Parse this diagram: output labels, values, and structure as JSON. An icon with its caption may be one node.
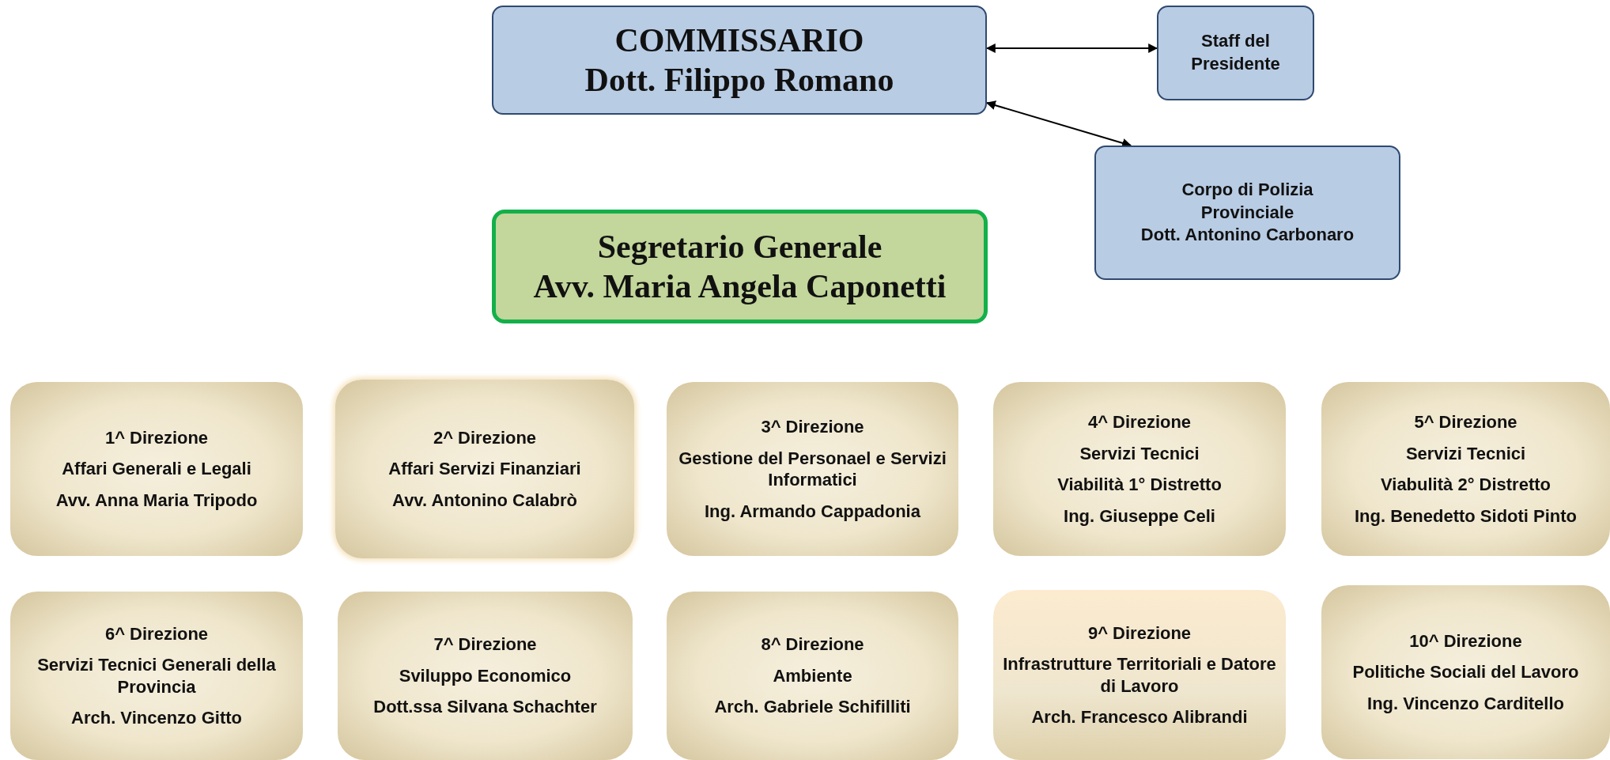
{
  "diagram": {
    "nodes": [
      {
        "text": [
          "COMMISSARIO",
          "Dott. Filippo Romano"
        ]
      },
      {
        "text": [
          "Staff del Presidente"
        ]
      },
      {
        "text": [
          "Corpo di Polizia Provinciale",
          "Dott. Antonino Carbonaro"
        ]
      },
      {
        "text": [
          "Segretario Generale",
          "Avv. Maria Angela Caponetti"
        ]
      },
      {
        "text": [
          "1^ Direzione",
          "Affari Generali e Legali",
          "Avv. Anna Maria Tripodo"
        ]
      },
      {
        "text": [
          "2^ Direzione",
          "Affari Servizi Finanziari",
          "Avv. Antonino Calabrò"
        ]
      },
      {
        "text": [
          "3^  Direzione",
          "Gestione del Personael e Servizi Informatici",
          "Ing. Armando Cappadonia"
        ]
      },
      {
        "text": [
          "4^ Direzione",
          "Servizi Tecnici",
          "Viabilità 1° Distretto",
          "Ing. Giuseppe Celi"
        ]
      },
      {
        "text": [
          "5^  Direzione",
          "Servizi Tecnici",
          "Viabulità 2° Distretto",
          "Ing. Benedetto Sidoti Pinto"
        ]
      },
      {
        "text": [
          "6^  Direzione",
          "Servizi Tecnici Generali della Provincia",
          "Arch. Vincenzo Gitto"
        ]
      },
      {
        "text": [
          "7^  Direzione",
          "Sviluppo Economico",
          "Dott.ssa Silvana Schachter"
        ]
      },
      {
        "text": [
          "8^ Direzione",
          "Ambiente",
          "Arch. Gabriele Schifilliti"
        ]
      },
      {
        "text": [
          "9^  Direzione",
          "Infrastrutture Territoriali e Datore di Lavoro",
          "Arch. Francesco Alibrandi"
        ]
      },
      {
        "text": [
          "10^ Direzione",
          "Politiche Sociali del Lavoro",
          "Ing. Vincenzo Carditello"
        ]
      }
    ],
    "edges": [
      {
        "from": 0,
        "to": 1,
        "arrow": "both"
      },
      {
        "from": 0,
        "to": 2,
        "arrow": "both"
      }
    ]
  }
}
